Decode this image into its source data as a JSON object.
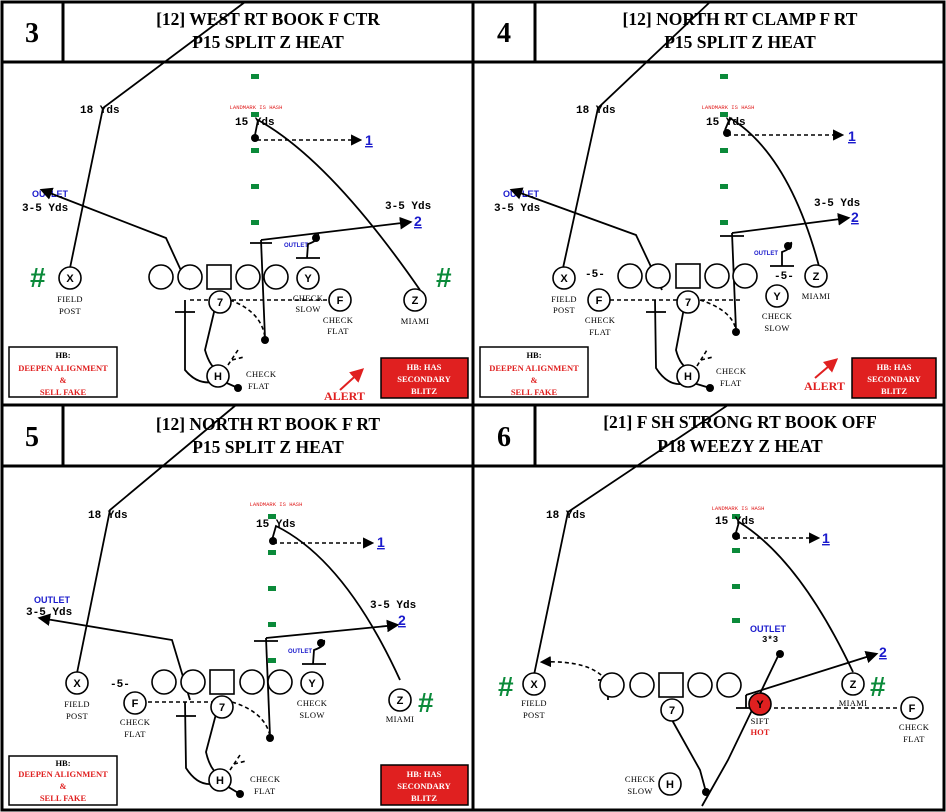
{
  "colors": {
    "hash_green": "#0b8a3a",
    "alert_red": "#e02020",
    "outlet_blue": "#1a1acc",
    "hot_fill": "#e02020"
  },
  "plays": [
    {
      "number": "3",
      "title_line1": "[12] WEST RT BOOK F CTR",
      "title_line2": "P15 SPLIT Z HEAT",
      "yds_18": "18 Yds",
      "yds_15": "15 Yds",
      "landmark": "LANDMARK IS HASH",
      "num_1": "1",
      "num_2": "2",
      "outlet_left": "OUTLET",
      "yds_35_left": "3-5 Yds",
      "yds_35_right": "3-5 Yds",
      "outlet_small": "OUTLET",
      "pos_x": "X",
      "pos_y": "Y",
      "pos_f": "F",
      "pos_z": "Z",
      "pos_qb": "7",
      "pos_h": "H",
      "lbl_x": [
        "FIELD",
        "POST"
      ],
      "lbl_y": [
        "CHECK",
        "SLOW"
      ],
      "lbl_f": [
        "CHECK",
        "FLAT"
      ],
      "lbl_z": [
        "MIAMI"
      ],
      "lbl_h": [
        "CHECK",
        "FLAT"
      ],
      "hb_title": "HB:",
      "hb_line2": "DEEPEN ALIGNMENT",
      "hb_line3": "&",
      "hb_line4": "SELL FAKE",
      "blitz_line1": "HB: HAS",
      "blitz_line2": "SECONDARY",
      "blitz_line3": "BLITZ",
      "alert": "ALERT",
      "hash": "#"
    },
    {
      "number": "4",
      "title_line1": "[12] NORTH RT CLAMP F RT",
      "title_line2": "P15 SPLIT Z HEAT",
      "yds_18": "18 Yds",
      "yds_15": "15 Yds",
      "landmark": "LANDMARK IS HASH",
      "num_1": "1",
      "num_2": "2",
      "outlet_left": "OUTLET",
      "yds_35_left": "3-5 Yds",
      "yds_35_right": "3-5 Yds",
      "outlet_small": "OUTLET",
      "five_left": "-5-",
      "five_right": "-5-",
      "pos_x": "X",
      "pos_y": "Y",
      "pos_f": "F",
      "pos_z": "Z",
      "pos_qb": "7",
      "pos_h": "H",
      "lbl_x": [
        "FIELD",
        "POST"
      ],
      "lbl_y": [
        "CHECK",
        "SLOW"
      ],
      "lbl_f": [
        "CHECK",
        "FLAT"
      ],
      "lbl_z": [
        "MIAMI"
      ],
      "lbl_h": [
        "CHECK",
        "FLAT"
      ],
      "hb_title": "HB:",
      "hb_line2": "DEEPEN ALIGNMENT",
      "hb_line3": "&",
      "hb_line4": "SELL FAKE",
      "blitz_line1": "HB: HAS",
      "blitz_line2": "SECONDARY",
      "blitz_line3": "BLITZ",
      "alert": "ALERT"
    },
    {
      "number": "5",
      "title_line1": "[12] NORTH RT BOOK F RT",
      "title_line2": "P15 SPLIT Z HEAT",
      "yds_18": "18 Yds",
      "yds_15": "15 Yds",
      "landmark": "LANDMARK IS HASH",
      "num_1": "1",
      "num_2": "2",
      "outlet_left": "OUTLET",
      "yds_35_left": "3-5 Yds",
      "yds_35_right": "3-5 Yds",
      "outlet_small": "OUTLET",
      "five_left": "-5-",
      "pos_x": "X",
      "pos_y": "Y",
      "pos_f": "F",
      "pos_z": "Z",
      "pos_qb": "7",
      "pos_h": "H",
      "lbl_x": [
        "FIELD",
        "POST"
      ],
      "lbl_y": [
        "CHECK",
        "SLOW"
      ],
      "lbl_f": [
        "CHECK",
        "FLAT"
      ],
      "lbl_z": [
        "MIAMI"
      ],
      "lbl_h": [
        "CHECK",
        "FLAT"
      ],
      "hb_title": "HB:",
      "hb_line2": "DEEPEN ALIGNMENT",
      "hb_line3": "&",
      "hb_line4": "SELL FAKE",
      "blitz_line1": "HB: HAS",
      "blitz_line2": "SECONDARY",
      "blitz_line3": "BLITZ",
      "hash": "#"
    },
    {
      "number": "6",
      "title_line1": "[21] F SH STRONG RT BOOK OFF",
      "title_line2": "P18 WEEZY Z HEAT",
      "yds_18": "18 Yds",
      "yds_15": "15 Yds",
      "landmark": "LANDMARK IS HASH",
      "num_1": "1",
      "num_2": "2",
      "outlet_small": "OUTLET",
      "three_star": "3*3",
      "pos_x": "X",
      "pos_y": "Y",
      "pos_f": "F",
      "pos_z": "Z",
      "pos_qb": "7",
      "pos_h": "H",
      "lbl_x": [
        "FIELD",
        "POST"
      ],
      "lbl_y": [
        "SIFT"
      ],
      "lbl_hot": "HOT",
      "lbl_f": [
        "CHECK",
        "FLAT"
      ],
      "lbl_z": [
        "MIAMI"
      ],
      "lbl_h": [
        "CHECK",
        "SLOW"
      ],
      "hash": "#"
    }
  ]
}
